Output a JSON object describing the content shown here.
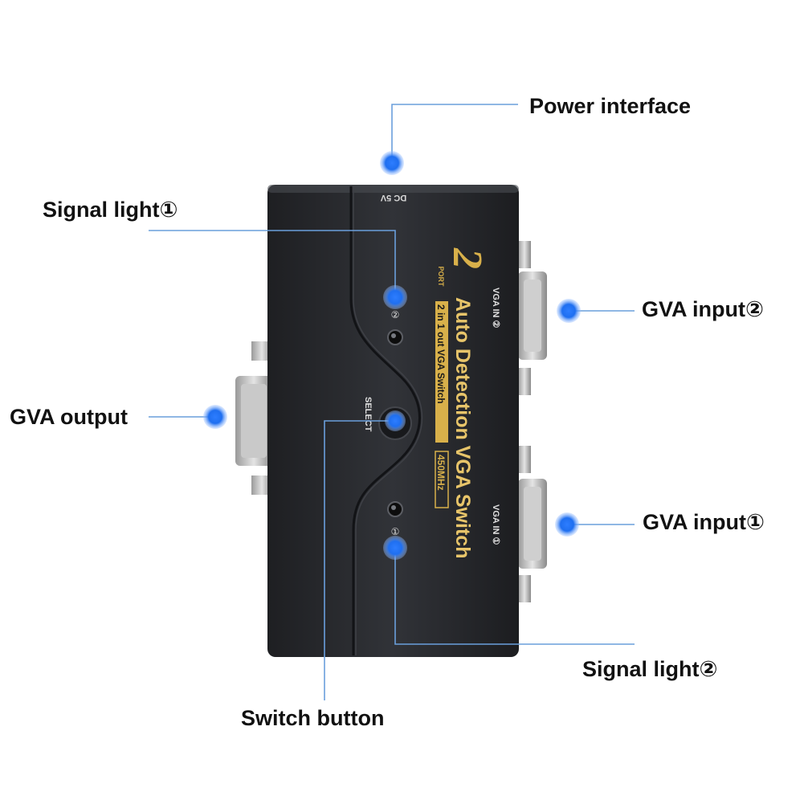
{
  "labels": {
    "power_interface": "Power interface",
    "signal_light_1": "Signal light①",
    "gva_input_2": "GVA input②",
    "gva_output": "GVA output",
    "gva_input_1": "GVA input①",
    "signal_light_2": "Signal light②",
    "switch_button": "Switch button"
  },
  "device": {
    "brand_number": "2",
    "brand_word": "PORT",
    "model_title": "Auto Detection VGA Switch",
    "model_subtitle": "2 in 1 out VGA Switch",
    "bandwidth": "450MHz",
    "select_label": "SELECT",
    "port2_label": "VGA IN ②",
    "port1_label": "VGA IN ①",
    "dc_label": "DC 5V",
    "led2_mark": "②",
    "led1_mark": "①"
  },
  "colors": {
    "callout": "#6a9fdc",
    "dot": "#1f6ff0",
    "body": "#2b2d31",
    "gold": "#d8b04a"
  }
}
